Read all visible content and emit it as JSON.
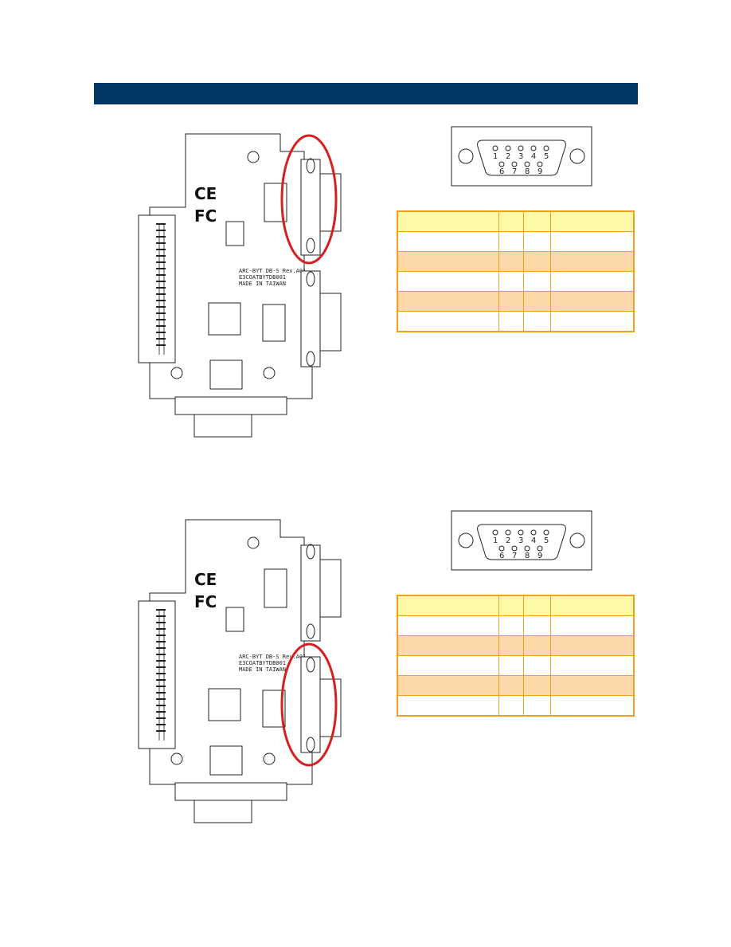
{
  "header": {
    "bar_color": "#003764"
  },
  "sections": [
    {
      "id": "port1",
      "highlight": "upper-connector",
      "board": {
        "silkscreen": {
          "line1": "ARC-BYT DB-S Rev.A01",
          "line2": "E3COATBYTDB001",
          "line3": "MADE IN TAIWAN",
          "logo_ce": "CE",
          "logo_fc": "FC"
        }
      },
      "connector": {
        "pins_top": [
          "1",
          "2",
          "3",
          "4",
          "5"
        ],
        "pins_bottom": [
          "6",
          "7",
          "8",
          "9"
        ]
      },
      "table": {
        "rows": [
          [
            "",
            "",
            "",
            ""
          ],
          [
            "",
            "",
            "",
            ""
          ],
          [
            "",
            "",
            "",
            ""
          ],
          [
            "",
            "",
            "",
            ""
          ],
          [
            "",
            "",
            "",
            ""
          ],
          [
            "",
            "",
            "",
            ""
          ]
        ]
      }
    },
    {
      "id": "port2",
      "highlight": "lower-connector",
      "board": {
        "silkscreen": {
          "line1": "ARC-BYT DB-S Rev.A01",
          "line2": "E3COATBYTDB001",
          "line3": "MADE IN TAIWAN",
          "logo_ce": "CE",
          "logo_fc": "FC"
        }
      },
      "connector": {
        "pins_top": [
          "1",
          "2",
          "3",
          "4",
          "5"
        ],
        "pins_bottom": [
          "6",
          "7",
          "8",
          "9"
        ]
      },
      "table": {
        "rows": [
          [
            "",
            "",
            "",
            ""
          ],
          [
            "",
            "",
            "",
            ""
          ],
          [
            "",
            "",
            "",
            ""
          ],
          [
            "",
            "",
            "",
            ""
          ],
          [
            "",
            "",
            "",
            ""
          ],
          [
            "",
            "",
            "",
            ""
          ]
        ]
      }
    }
  ],
  "colors": {
    "table_border": "#f0a020",
    "table_header_fill": "#fffaa8",
    "table_alt_fill": "#fdd8a8",
    "highlight_ellipse": "#d42020"
  }
}
